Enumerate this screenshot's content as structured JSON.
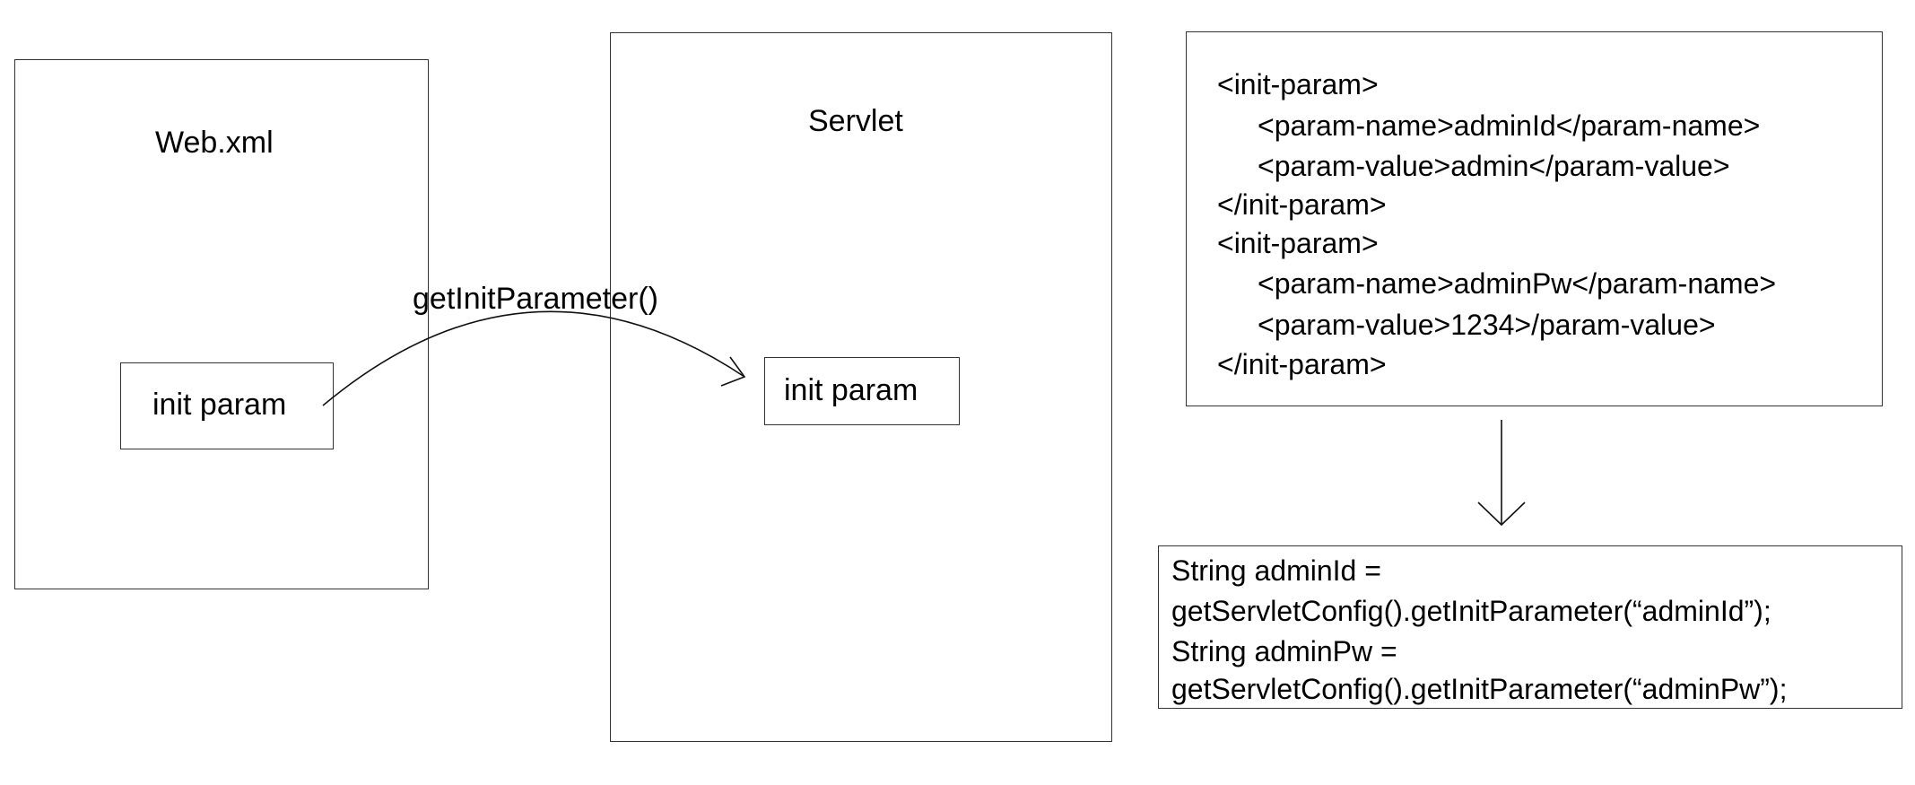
{
  "webxml": {
    "title": "Web.xml",
    "init_param_label": "init param"
  },
  "servlet": {
    "title": "Servlet",
    "init_param_label": "init param"
  },
  "arrow": {
    "label": "getInitParameter()"
  },
  "xml_snippet": {
    "lines": [
      "<init-param>",
      "<param-name>adminId</param-name>",
      "<param-value>admin</param-value>",
      "</init-param>",
      "<init-param>",
      "<param-name>adminPw</param-name>",
      "<param-value>1234>/param-value>",
      "</init-param>"
    ]
  },
  "java_snippet": {
    "lines": [
      "String adminId =",
      "getServletConfig().getInitParameter(“adminId”);",
      "String adminPw =",
      "getServletConfig().getInitParameter(“adminPw”);"
    ]
  }
}
